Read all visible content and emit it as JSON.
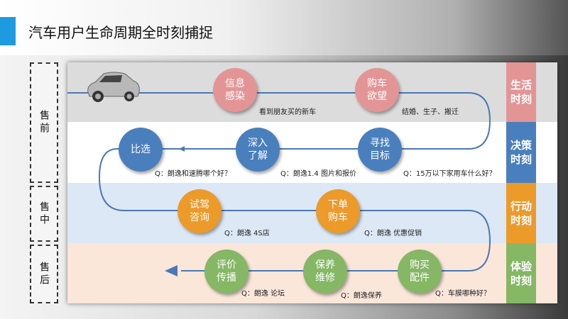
{
  "title": "汽车用户生命周期全时刻捕捉",
  "stages": [
    "售前",
    "售中",
    "售后"
  ],
  "moments": [
    {
      "label": "生活时刻",
      "color": "#e39596"
    },
    {
      "label": "决策时刻",
      "color": "#4a7fbd"
    },
    {
      "label": "行动时刻",
      "color": "#ec9a2a"
    },
    {
      "label": "体验时刻",
      "color": "#85b765"
    }
  ],
  "nodes": [
    {
      "label": "信息感染",
      "caption": "看到朋友买的新车"
    },
    {
      "label": "购车欲望",
      "caption": "结婚、生子、搬迁"
    },
    {
      "label": "寻找目标",
      "caption": "Q：15万以下家用车什么好？"
    },
    {
      "label": "深入了解",
      "caption": "Q：朗逸1.4 图片和报价"
    },
    {
      "label": "比选",
      "caption": "Q：朗逸和速腾哪个好？"
    },
    {
      "label": "试驾咨询",
      "caption": "Q：朗逸 4S店"
    },
    {
      "label": "下单购车",
      "caption": "Q：朗逸 优惠促销"
    },
    {
      "label": "购买配件",
      "caption": "Q：车膜哪种好？"
    },
    {
      "label": "保养维修",
      "caption": "Q：朗逸保养"
    },
    {
      "label": "评价传播",
      "caption": "Q：朗逸 论坛"
    }
  ]
}
